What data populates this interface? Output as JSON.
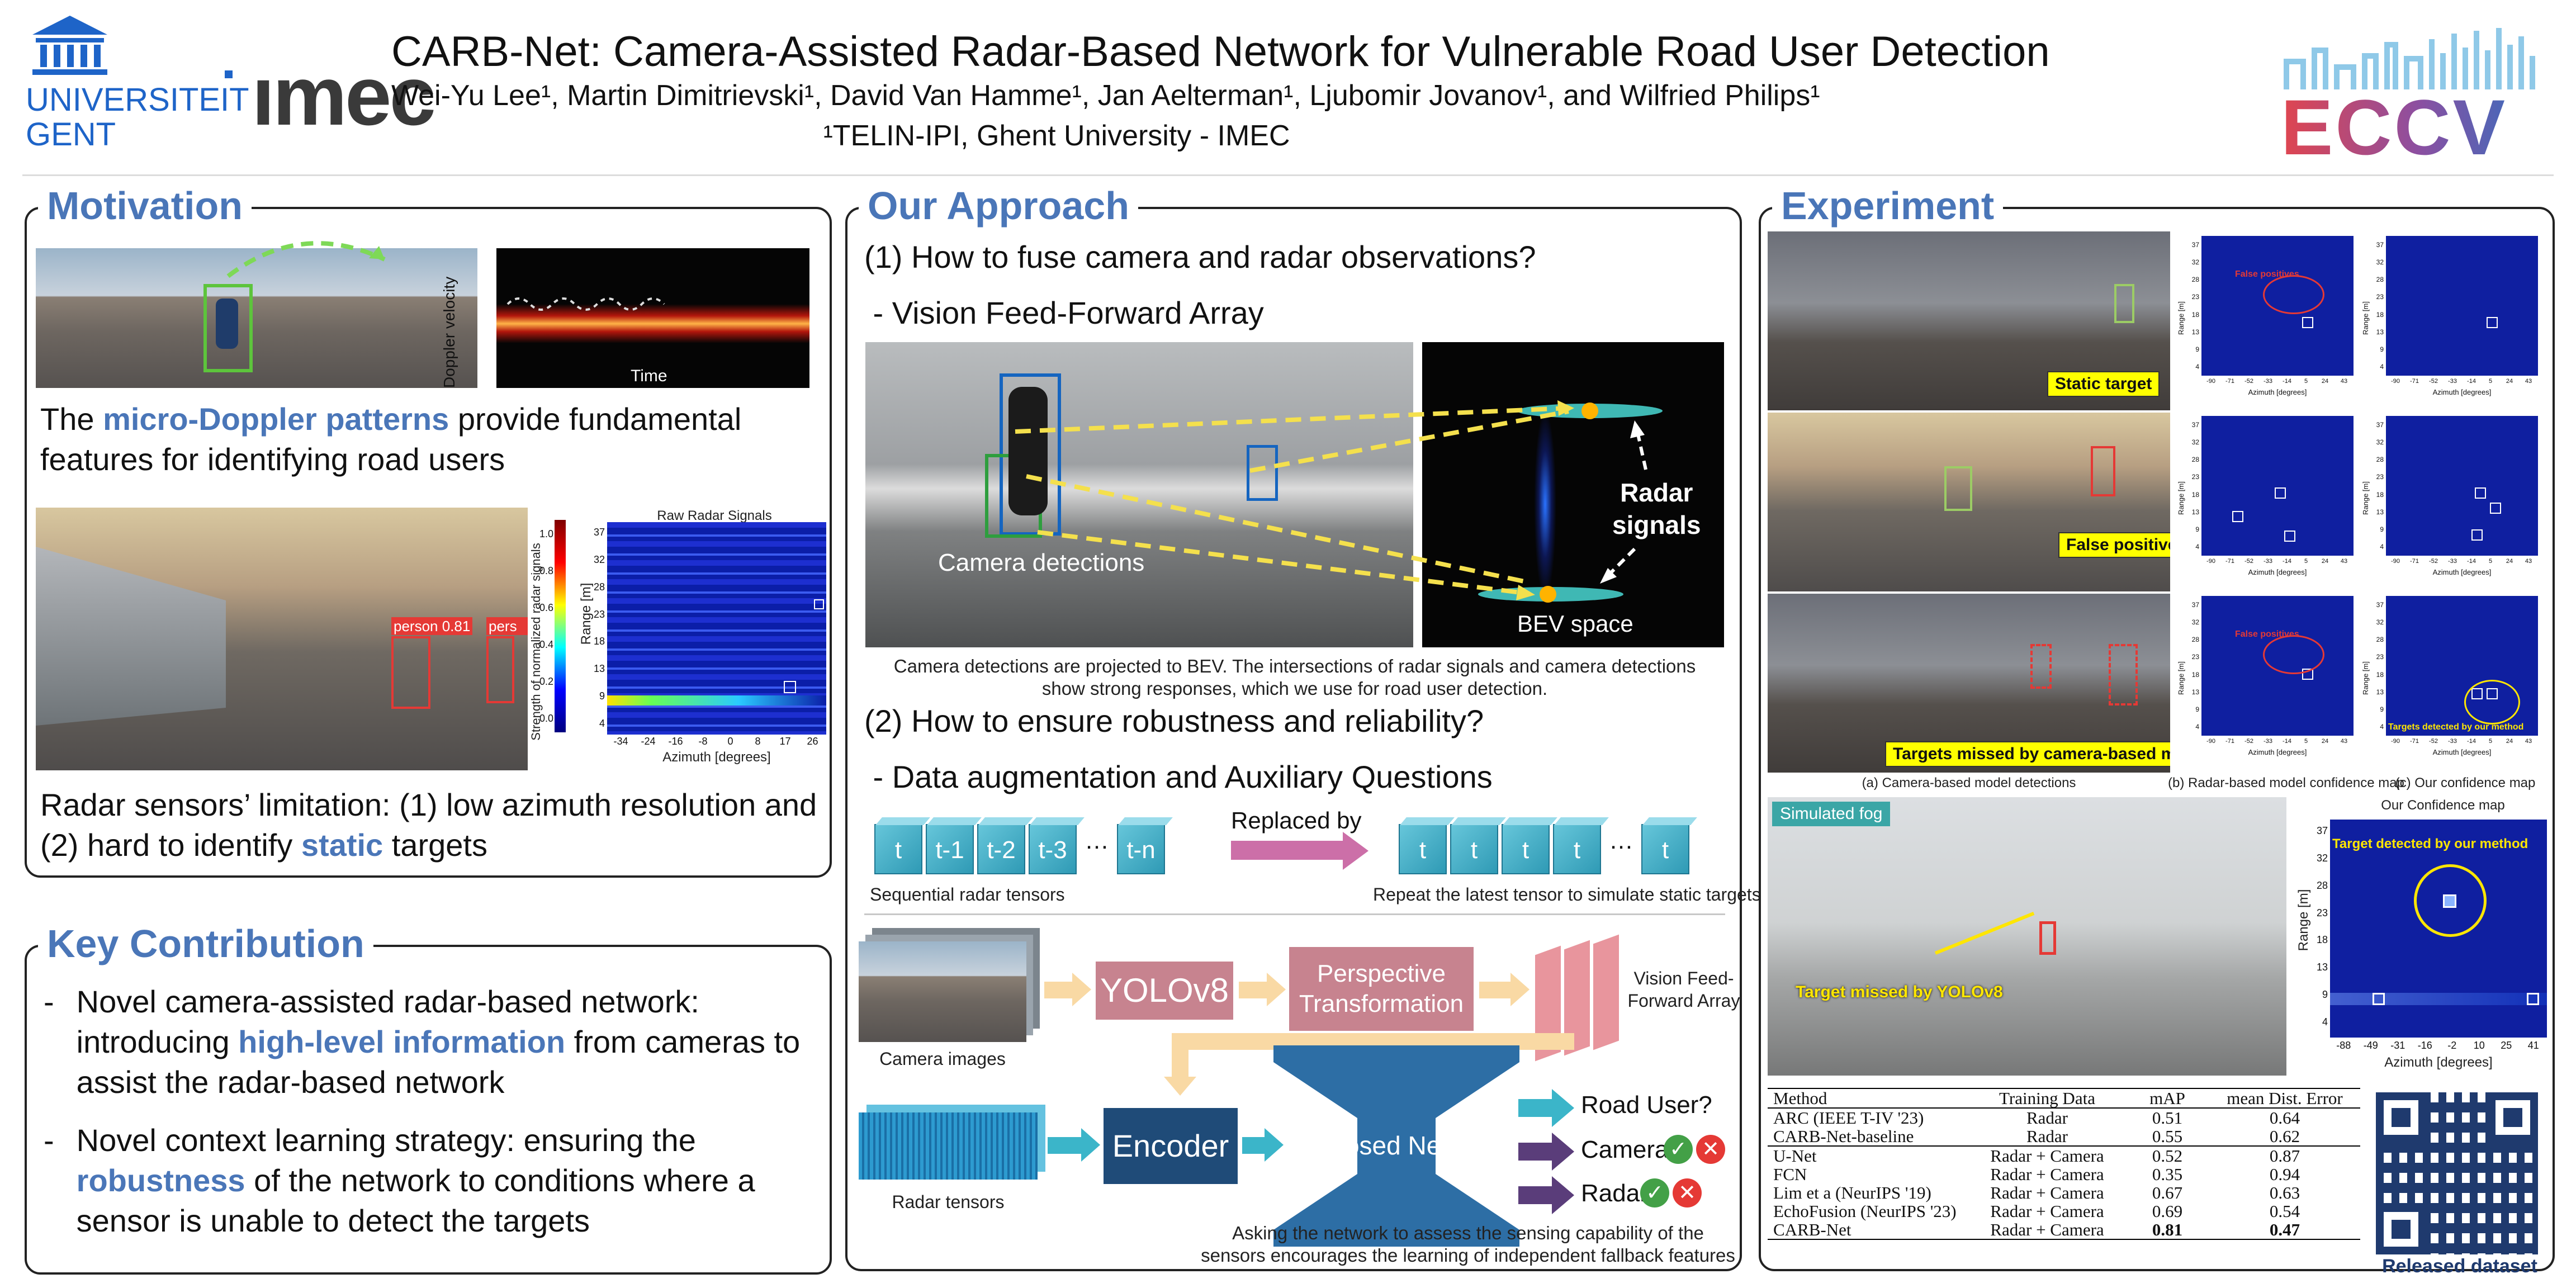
{
  "header": {
    "ugent_line1": "UNIVERSITEIT",
    "ugent_line2": "GENT",
    "imec_logo": "ımec",
    "title": "CARB-Net: Camera-Assisted Radar-Based Network for Vulnerable Road User Detection",
    "authors": "Wei-Yu Lee¹, Martin Dimitrievski¹, David Van Hamme¹, Jan Aelterman¹, Ljubomir Jovanov¹, and Wilfried Philips¹",
    "affiliation": "¹TELIN-IPI, Ghent University - IMEC",
    "eccv_logo": "ECCV"
  },
  "motivation": {
    "title": "Motivation",
    "doppler_ylabel": "Doppler velocity",
    "doppler_xlabel": "Time",
    "text1_pre": "The ",
    "text1_hl": "micro-Doppler patterns",
    "text1_post": " provide fundamental features for identifying road users",
    "detection_label": "person 0.81",
    "detection_label2": "pers",
    "radar_chart": {
      "title": "Raw Radar Signals",
      "xlabel": "Azimuth [degrees]",
      "ylabel": "Range [m]",
      "cbar_label": "Strength of normalized radar signals",
      "xticks": [
        "-34",
        "-24",
        "-16",
        "-8",
        "0",
        "8",
        "17",
        "26"
      ],
      "yticks": [
        "37",
        "32",
        "28",
        "23",
        "18",
        "13",
        "9",
        "4"
      ],
      "cbar_ticks": [
        "1.0",
        "0.8",
        "0.6",
        "0.4",
        "0.2",
        "0.0"
      ]
    },
    "text2_pre": "Radar sensors’ limitation: (1) low azimuth resolution and (2) hard to identify ",
    "text2_hl": "static",
    "text2_post": " targets"
  },
  "contribution": {
    "title": "Key Contribution",
    "item1_pre": "Novel camera-assisted radar-based network: introducing ",
    "item1_hl": "high-level information",
    "item1_post": " from cameras to assist the radar-based network",
    "item2_pre": "Novel context learning strategy: ensuring the ",
    "item2_hl": "robustness",
    "item2_post": " of the network to conditions where a sensor is unable to detect the targets"
  },
  "approach": {
    "title": "Our Approach",
    "q1": "(1) How to fuse camera and radar observations?",
    "sub1": " - Vision Feed-Forward Array",
    "cam_det_label": "Camera detections",
    "radar_signals_label": "Radar\nsignals",
    "bev_label": "BEV space",
    "caption1": "Camera detections are projected to BEV. The intersections of radar signals and camera detections\nshow strong responses, which we use for road user detection.",
    "q2": "(2) How to ensure robustness and reliability?",
    "sub2": " - Data augmentation and Auxiliary Questions",
    "seq_tensors": [
      "t",
      "t-1",
      "t-2",
      "t-3",
      "t-n"
    ],
    "ellipsis": "…",
    "replaced_by": "Replaced by",
    "rep_tensors": [
      "t",
      "t",
      "t",
      "t",
      "t"
    ],
    "seq_caption": "Sequential radar tensors",
    "rep_caption": "Repeat the latest tensor to simulate static targets",
    "camera_images": "Camera images",
    "yolo": "YOLOv8",
    "perspective": "Perspective\nTransformation",
    "vffa": "Vision Feed-\nForward Array",
    "encoder": "Encoder",
    "proposed": "Proposed Network",
    "radar_tensors": "Radar tensors",
    "out_road_user": "Road User?",
    "out_camera": "Camera",
    "out_radar": "Radar",
    "caption2": "Asking the network to assess the sensing capability of the\nsensors encourages the learning of independent fallback features"
  },
  "experiment": {
    "title": "Experiment",
    "tag_static": "Static target",
    "tag_false_pos": "False positive",
    "tag_missed": "Targets missed by camera-based model",
    "false_positives": "False positives",
    "tag_detected": "Targets detected by our method",
    "heat_xlabel": "Azimuth [degrees]",
    "heat_ylabel": "Range [m]",
    "heat_xticks": [
      "-90",
      "-71",
      "-52",
      "-33",
      "-14",
      "5",
      "24",
      "43"
    ],
    "heat_yticks": [
      "37",
      "32",
      "28",
      "23",
      "18",
      "13",
      "9",
      "4"
    ],
    "cap_a": "(a) Camera-based model detections",
    "cap_b": "(b) Radar-based model confidence map",
    "cap_c": "(c) Our confidence map",
    "fog_tag": "Simulated fog",
    "fog_missed": "Target missed by YOLOv8",
    "conf_title": "Our Confidence map",
    "conf_detected": "Target detected by our method",
    "conf_xticks": [
      "-88",
      "-49",
      "-31",
      "-16",
      "-2",
      "10",
      "25",
      "41"
    ],
    "conf_yticks": [
      "37",
      "32",
      "28",
      "23",
      "18",
      "13",
      "9",
      "4"
    ],
    "conf_xlabel": "Azimuth [degrees]",
    "conf_ylabel": "Range [m]",
    "released": "Released dataset",
    "table": {
      "headers": [
        "Method",
        "Training Data",
        "mAP",
        "mean Dist. Error"
      ],
      "rows": [
        [
          "ARC (IEEE T-IV '23)",
          "Radar",
          "0.51",
          "0.64"
        ],
        [
          "CARB-Net-baseline",
          "Radar",
          "0.55",
          "0.62"
        ],
        [
          "U-Net",
          "Radar + Camera",
          "0.52",
          "0.87"
        ],
        [
          "FCN",
          "Radar + Camera",
          "0.35",
          "0.94"
        ],
        [
          "Lim et a (NeurIPS '19)",
          "Radar + Camera",
          "0.67",
          "0.63"
        ],
        [
          "EchoFusion (NeurIPS '23)",
          "Radar + Camera",
          "0.69",
          "0.54"
        ],
        [
          "CARB-Net",
          "Radar + Camera",
          "0.81",
          "0.47"
        ]
      ]
    }
  }
}
